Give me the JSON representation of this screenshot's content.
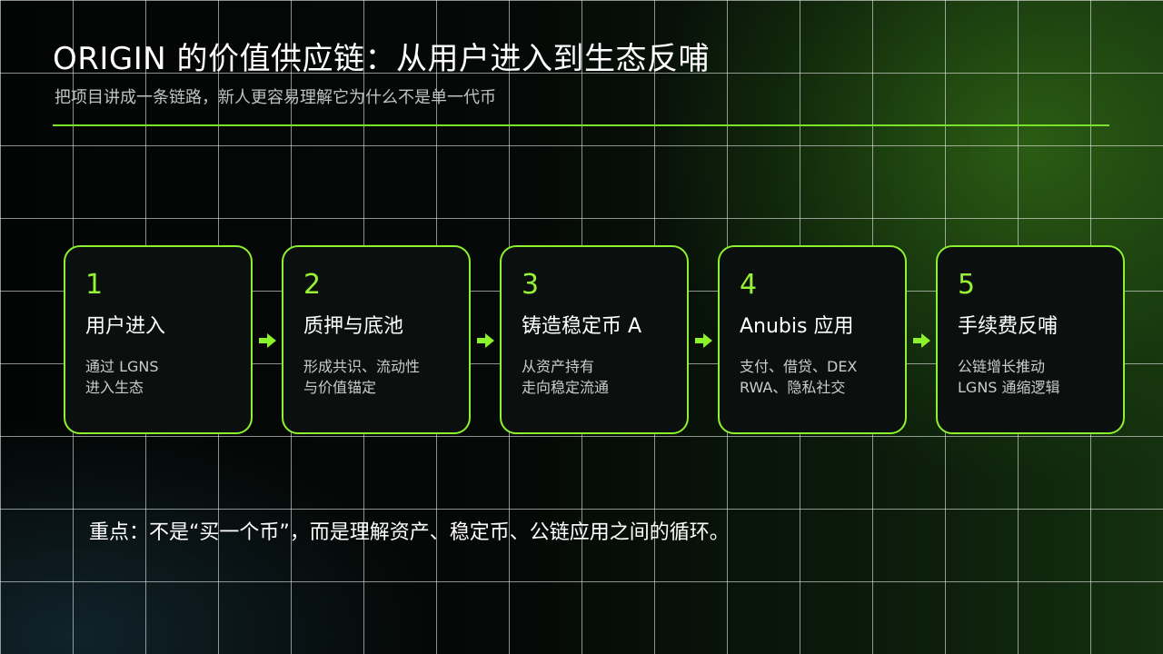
{
  "slide": {
    "title": "ORIGIN 的价值供应链：从用户进入到生态反哺",
    "subtitle": "把项目讲成一条链路，新人更容易理解它为什么不是单一代币",
    "accent_color": "#8bf22d",
    "steps": [
      {
        "number": "1",
        "title": "用户进入",
        "desc_line1": "通过 LGNS",
        "desc_line2": "进入生态"
      },
      {
        "number": "2",
        "title": "质押与底池",
        "desc_line1": "形成共识、流动性",
        "desc_line2": "与价值锚定"
      },
      {
        "number": "3",
        "title": "铸造稳定币 A",
        "desc_line1": "从资产持有",
        "desc_line2": "走向稳定流通"
      },
      {
        "number": "4",
        "title": "Anubis 应用",
        "desc_line1": "支付、借贷、DEX",
        "desc_line2": "RWA、隐私社交"
      },
      {
        "number": "5",
        "title": "手续费反哺",
        "desc_line1": "公链增长推动",
        "desc_line2": "LGNS 通缩逻辑"
      }
    ],
    "arrow_icon": "right-arrow-icon",
    "note": "重点：不是“买一个币”，而是理解资产、稳定币、公链应用之间的循环。"
  }
}
